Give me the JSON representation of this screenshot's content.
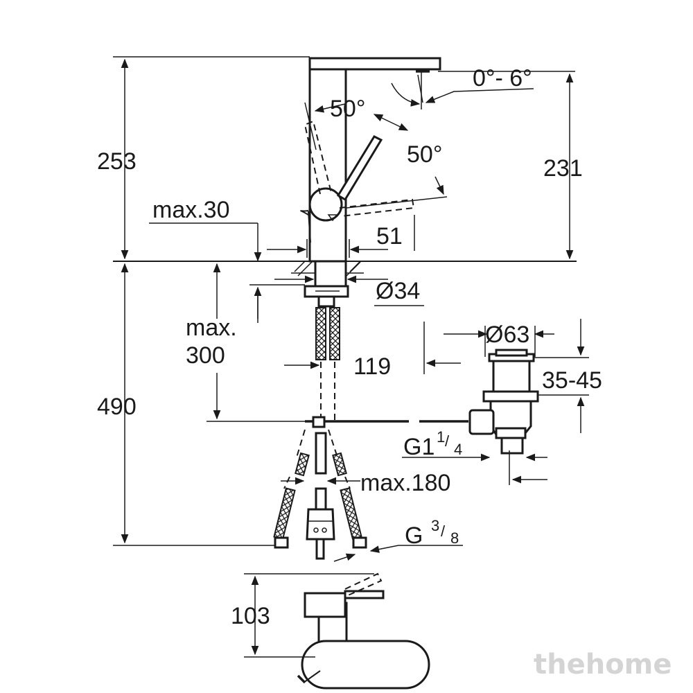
{
  "dimensions": {
    "total_height": "253",
    "angle_spout_tilt": "0°- 6°",
    "angle_lever_left": "50°",
    "angle_lever_right": "50°",
    "spout_height": "231",
    "max_deck": "max.30",
    "lever_offset": "51",
    "hole_diameter": "Ø34",
    "max_under": "max.",
    "max_under_value": "300",
    "hose_spacing": "119",
    "waste_diameter": "Ø63",
    "waste_height": "35-45",
    "below_deck": "490",
    "thread_waste_main": "G1",
    "thread_waste_frac_num": "1",
    "thread_waste_frac_den": "4",
    "max_180": "max.180",
    "thread_supply_main": "G",
    "thread_supply_frac_num": "3",
    "thread_supply_frac_den": "8",
    "lever_clearance": "103"
  },
  "watermark": "thehome",
  "colors": {
    "line": "#1a1a1a",
    "watermark": "#d4d4d4",
    "background": "#ffffff"
  }
}
